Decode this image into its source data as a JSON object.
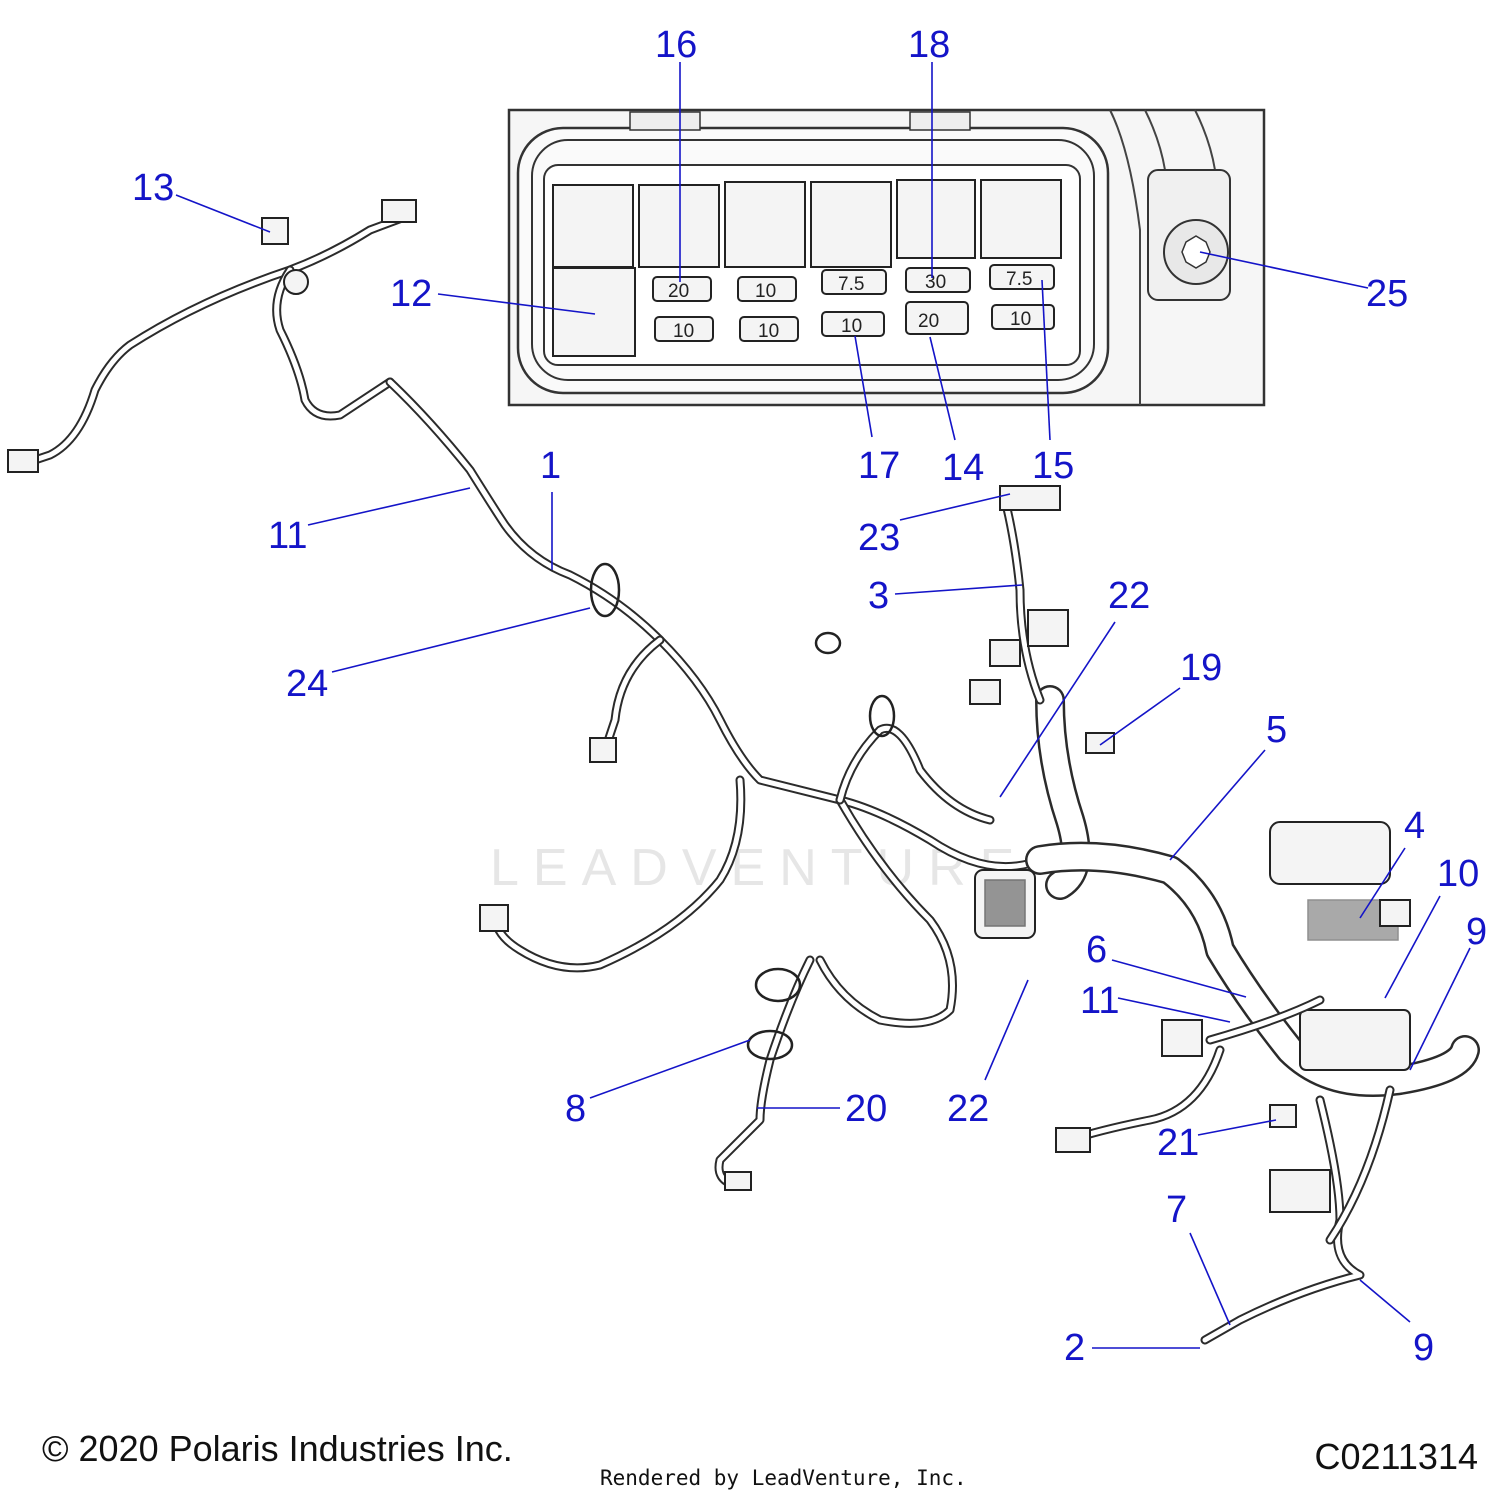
{
  "diagram": {
    "callouts": [
      {
        "id": "c16",
        "label": "16"
      },
      {
        "id": "c18",
        "label": "18"
      },
      {
        "id": "c13",
        "label": "13"
      },
      {
        "id": "c12",
        "label": "12"
      },
      {
        "id": "c25",
        "label": "25"
      },
      {
        "id": "c17",
        "label": "17"
      },
      {
        "id": "c14",
        "label": "14"
      },
      {
        "id": "c15",
        "label": "15"
      },
      {
        "id": "c1",
        "label": "1"
      },
      {
        "id": "c11a",
        "label": "11"
      },
      {
        "id": "c23",
        "label": "23"
      },
      {
        "id": "c3",
        "label": "3"
      },
      {
        "id": "c22a",
        "label": "22"
      },
      {
        "id": "c19",
        "label": "19"
      },
      {
        "id": "c24",
        "label": "24"
      },
      {
        "id": "c5",
        "label": "5"
      },
      {
        "id": "c4",
        "label": "4"
      },
      {
        "id": "c10",
        "label": "10"
      },
      {
        "id": "c9a",
        "label": "9"
      },
      {
        "id": "c6",
        "label": "6"
      },
      {
        "id": "c11b",
        "label": "11"
      },
      {
        "id": "c8",
        "label": "8"
      },
      {
        "id": "c20",
        "label": "20"
      },
      {
        "id": "c22b",
        "label": "22"
      },
      {
        "id": "c21",
        "label": "21"
      },
      {
        "id": "c7",
        "label": "7"
      },
      {
        "id": "c2",
        "label": "2"
      },
      {
        "id": "c9b",
        "label": "9"
      }
    ],
    "fuses_top": [
      "20",
      "10",
      "7.5",
      "30",
      "7.5"
    ],
    "fuses_bottom": [
      "10",
      "10",
      "10",
      "20",
      "10"
    ],
    "watermark": "LEADVENTURE"
  },
  "footer": {
    "copyright": "© 2020 Polaris Industries Inc.",
    "rendered_by": "Rendered by LeadVenture, Inc.",
    "part_code": "C0211314"
  },
  "colors": {
    "callout": "#1414c8",
    "line": "#222222",
    "background": "#ffffff"
  }
}
